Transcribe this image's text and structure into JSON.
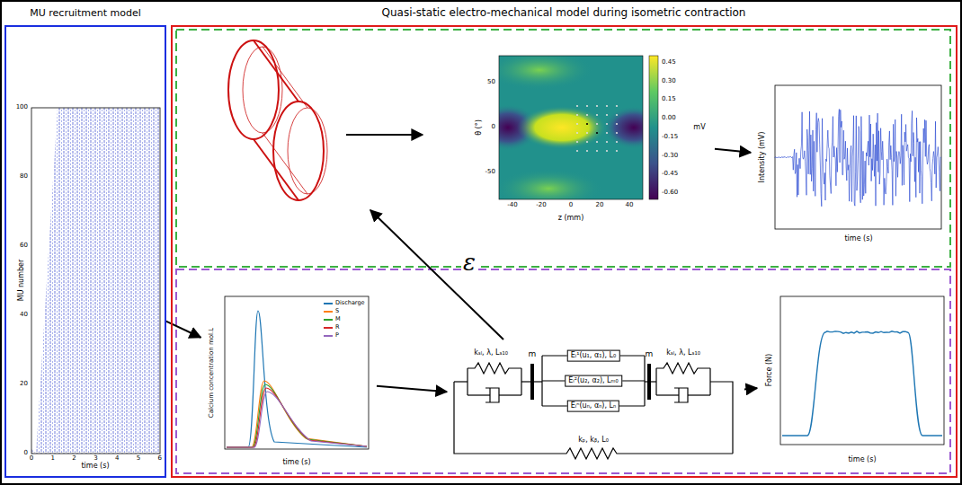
{
  "diagram": {
    "nodes": [
      {
        "text": [
          "MU recruitment model"
        ]
      },
      {
        "text": [
          "MU number",
          "time (s)"
        ],
        "in": 0
      },
      {
        "text": [
          "Quasi-static electro-mechanical model during isometric contraction"
        ]
      },
      {
        "text": [
          "θ (°)",
          "z (mm)",
          "mV"
        ],
        "in": 2
      },
      {
        "text": [
          "Intensity (mV)",
          "time (s)"
        ],
        "in": 2
      },
      {
        "text": [
          "Calcium concentration mol.L",
          "time (s)"
        ],
        "in": 2
      },
      {
        "text": [
          "kₛₗ, λ, Lₛ₁₀",
          "m",
          "Eᵢ¹(u₁, α₁), L₀",
          "Eᵢ²(u₂, α₂), Lₘ₀",
          "Eᵢⁿ(uₙ, αₙ), Lₙ",
          "m",
          "kₛₗ, λ, Lₛ₁₀",
          "kₚ, kᵦ, L₀"
        ],
        "in": 2
      },
      {
        "text": [
          "Force (N)",
          "time (s)"
        ],
        "in": 2
      }
    ],
    "edges": [
      {
        "from": 1,
        "to": 5,
        "arrow": "to"
      },
      {
        "from": 3,
        "to": 4,
        "arrow": "to"
      },
      {
        "from": 5,
        "to": 6,
        "arrow": "to"
      },
      {
        "from": 6,
        "to": 7,
        "arrow": "to"
      }
    ],
    "labels": [
      "0",
      "20",
      "40",
      "60",
      "80",
      "100",
      "0",
      "1",
      "2",
      "3",
      "4",
      "5",
      "6",
      "50",
      "0",
      "-50",
      "-40",
      "-20",
      "0",
      "20",
      "40",
      "0.45",
      "0.30",
      "0.15",
      "0.00",
      "-0.15",
      "-0.30",
      "-0.45",
      "-0.60",
      "ε"
    ],
    "legend": [
      {
        "text": "Discharge",
        "color": "#1f77b4"
      },
      {
        "text": "S",
        "color": "#ff7f0e"
      },
      {
        "text": "M",
        "color": "#2ca02c"
      },
      {
        "text": "R",
        "color": "#d62728"
      },
      {
        "text": "P",
        "color": "#9467bd"
      }
    ]
  }
}
